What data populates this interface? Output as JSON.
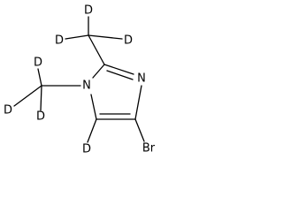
{
  "molecule": {
    "labels": {
      "d_methyl2_top": "D",
      "d_methyl2_left": "D",
      "d_methyl2_right": "D",
      "n3": "N",
      "n1": "N",
      "d_methyl1_top": "D",
      "d_methyl1_left": "D",
      "d_methyl1_bottom": "D",
      "br": "Br",
      "d5": "D"
    }
  }
}
